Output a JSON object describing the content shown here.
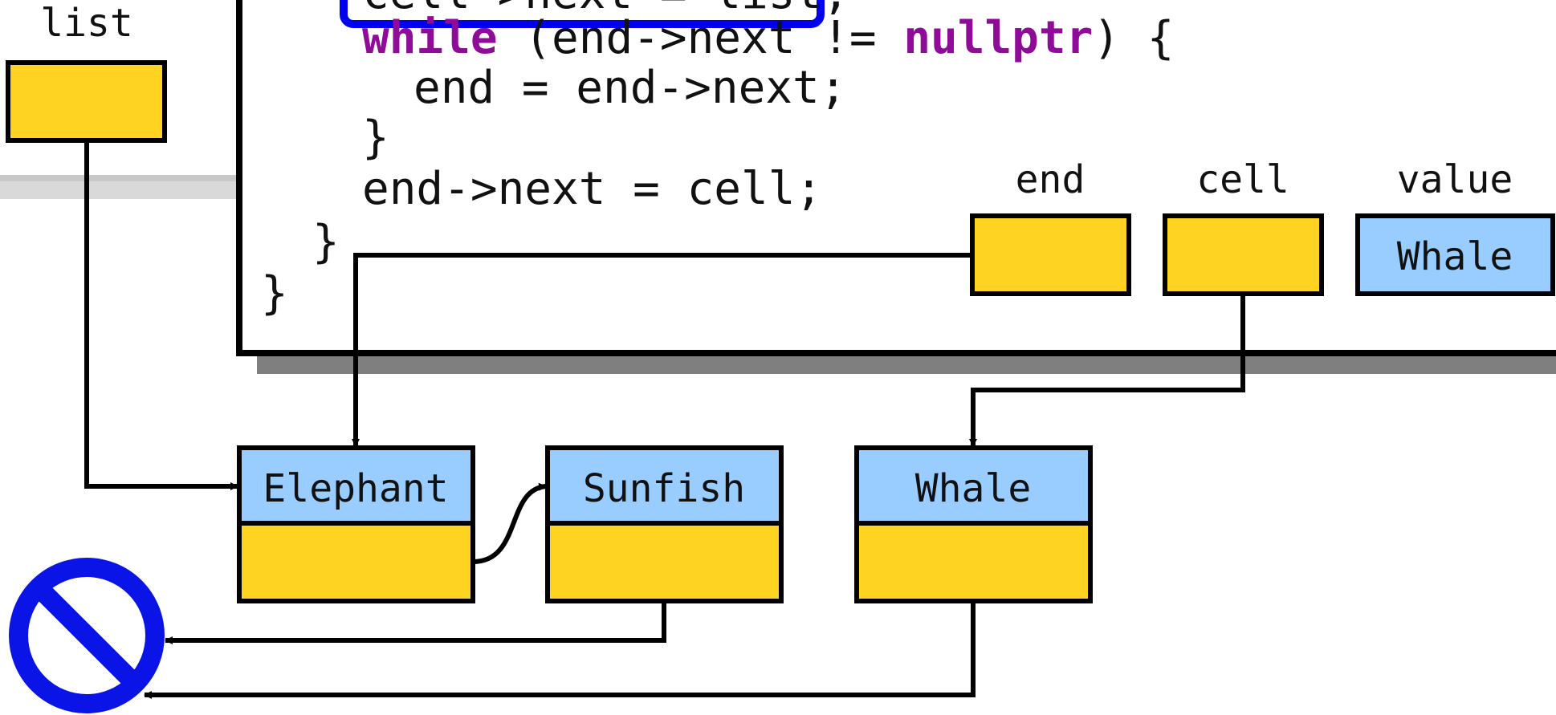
{
  "code": {
    "lines": [
      {
        "parts": [
          {
            "text": "cell->next = list;",
            "kw": false
          }
        ]
      },
      {
        "parts": [
          {
            "text": "while",
            "kw": true
          },
          {
            "text": " (end->next != ",
            "kw": false
          },
          {
            "text": "nullptr",
            "kw": true
          },
          {
            "text": ") {",
            "kw": false
          }
        ]
      },
      {
        "parts": [
          {
            "text": "end = end->next;",
            "kw": false
          }
        ]
      },
      {
        "parts": [
          {
            "text": "}",
            "kw": false
          }
        ]
      },
      {
        "parts": [
          {
            "text": "end->next = cell;",
            "kw": false
          }
        ]
      },
      {
        "parts": [
          {
            "text": "}",
            "kw": false
          }
        ]
      },
      {
        "parts": [
          {
            "text": "}",
            "kw": false
          }
        ]
      }
    ]
  },
  "variables": {
    "list": {
      "label": "list"
    },
    "end": {
      "label": "end"
    },
    "cell": {
      "label": "cell"
    },
    "value": {
      "label": "value",
      "content": "Whale"
    }
  },
  "nodes": [
    {
      "id": "elephant",
      "value": "Elephant"
    },
    {
      "id": "sunfish",
      "value": "Sunfish"
    },
    {
      "id": "whale",
      "value": "Whale"
    }
  ],
  "colors": {
    "pointer_box": "#fed321",
    "value_box": "#99ccff",
    "highlight": "#0000ee",
    "null_symbol": "#0a14e6",
    "keyword": "#8e0c98",
    "stroke": "#000000",
    "shadow": "#7f7f7f"
  },
  "icons": {
    "null": "null-pointer-icon"
  }
}
